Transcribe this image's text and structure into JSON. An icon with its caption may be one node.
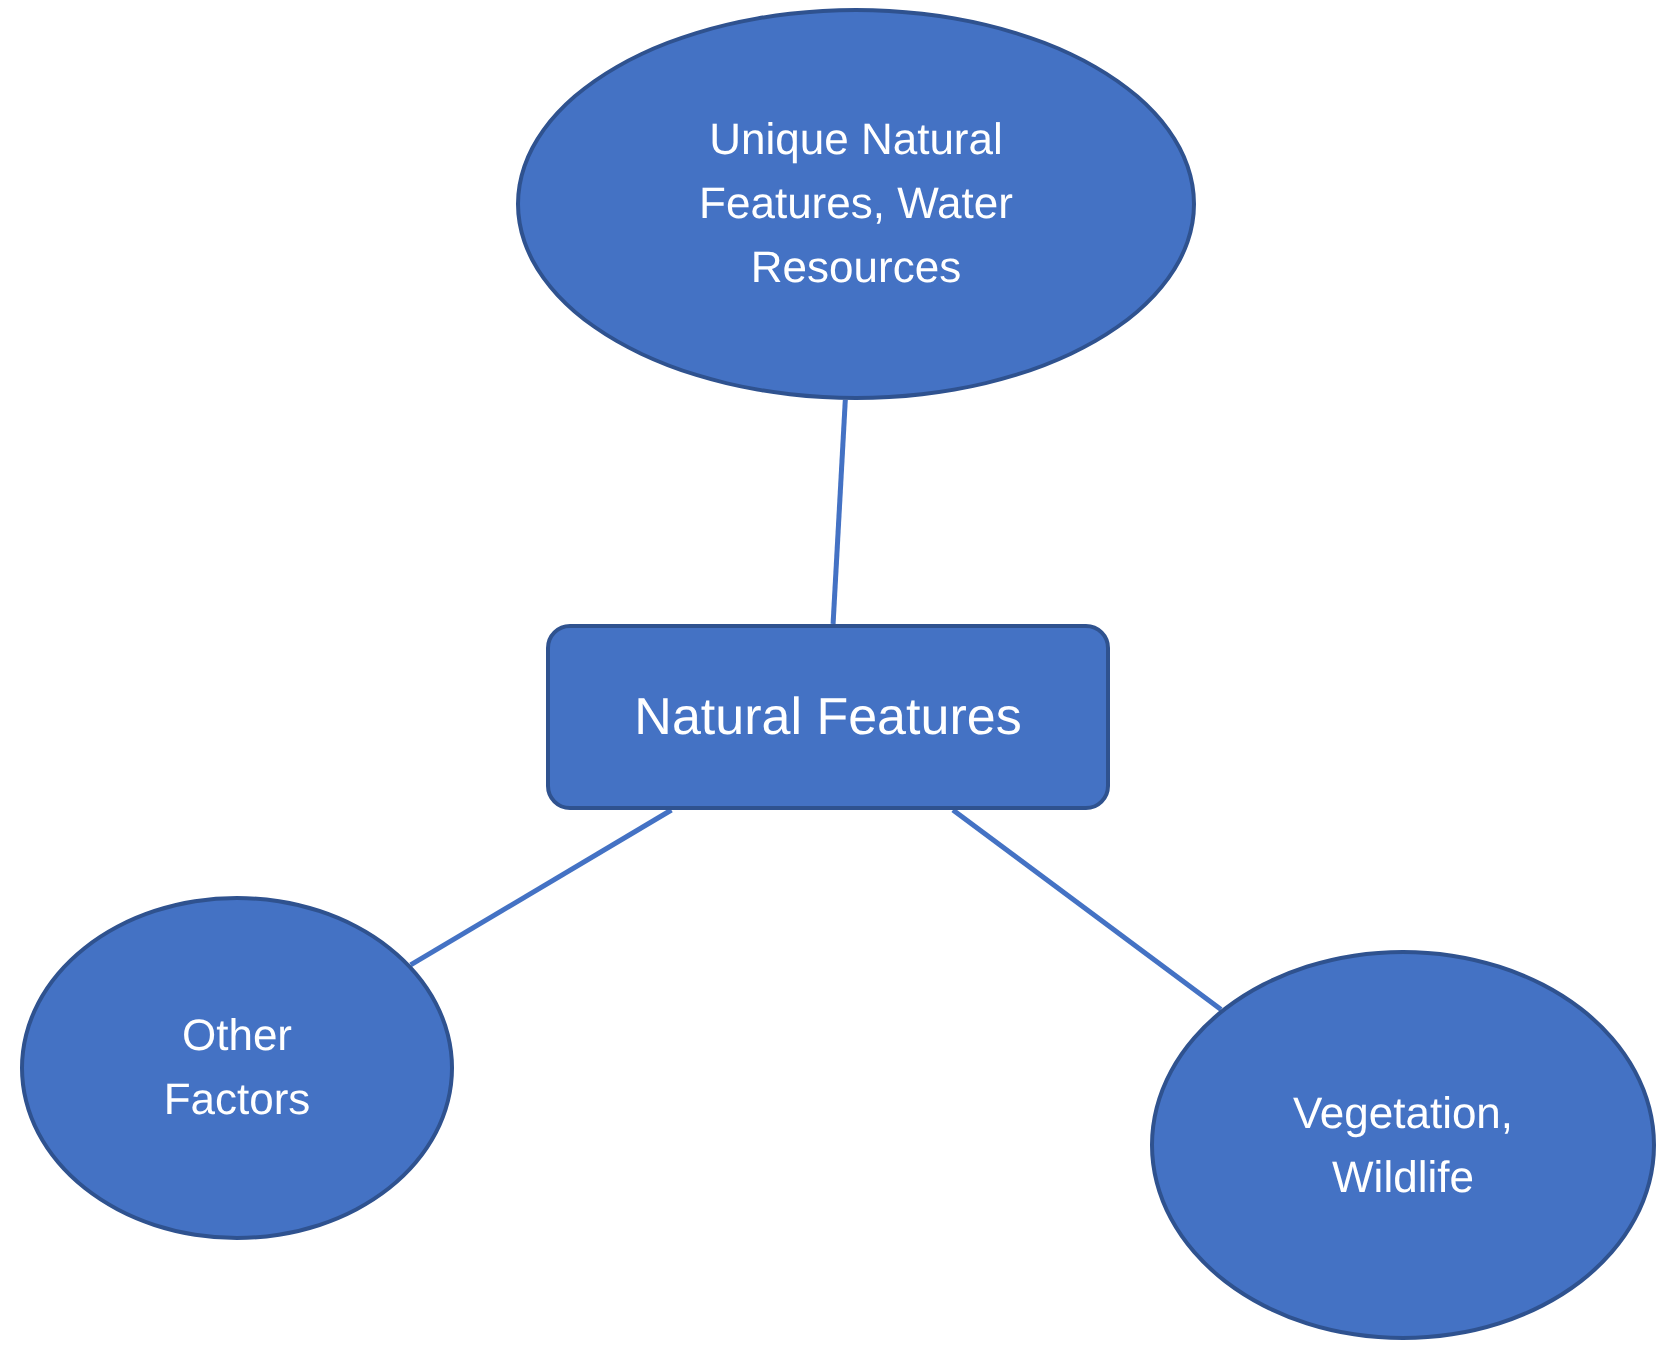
{
  "diagram": {
    "nodes": [
      {
        "text": [
          "Unique Natural Features, Water Resources"
        ]
      },
      {
        "text": [
          "Natural Features"
        ]
      },
      {
        "text": [
          "Other Factors"
        ]
      },
      {
        "text": [
          "Vegetation, Wildlife"
        ]
      }
    ],
    "edges": [
      {
        "from": 1,
        "to": 0,
        "arrow": "none"
      },
      {
        "from": 1,
        "to": 2,
        "arrow": "none"
      },
      {
        "from": 1,
        "to": 3,
        "arrow": "none"
      }
    ]
  }
}
